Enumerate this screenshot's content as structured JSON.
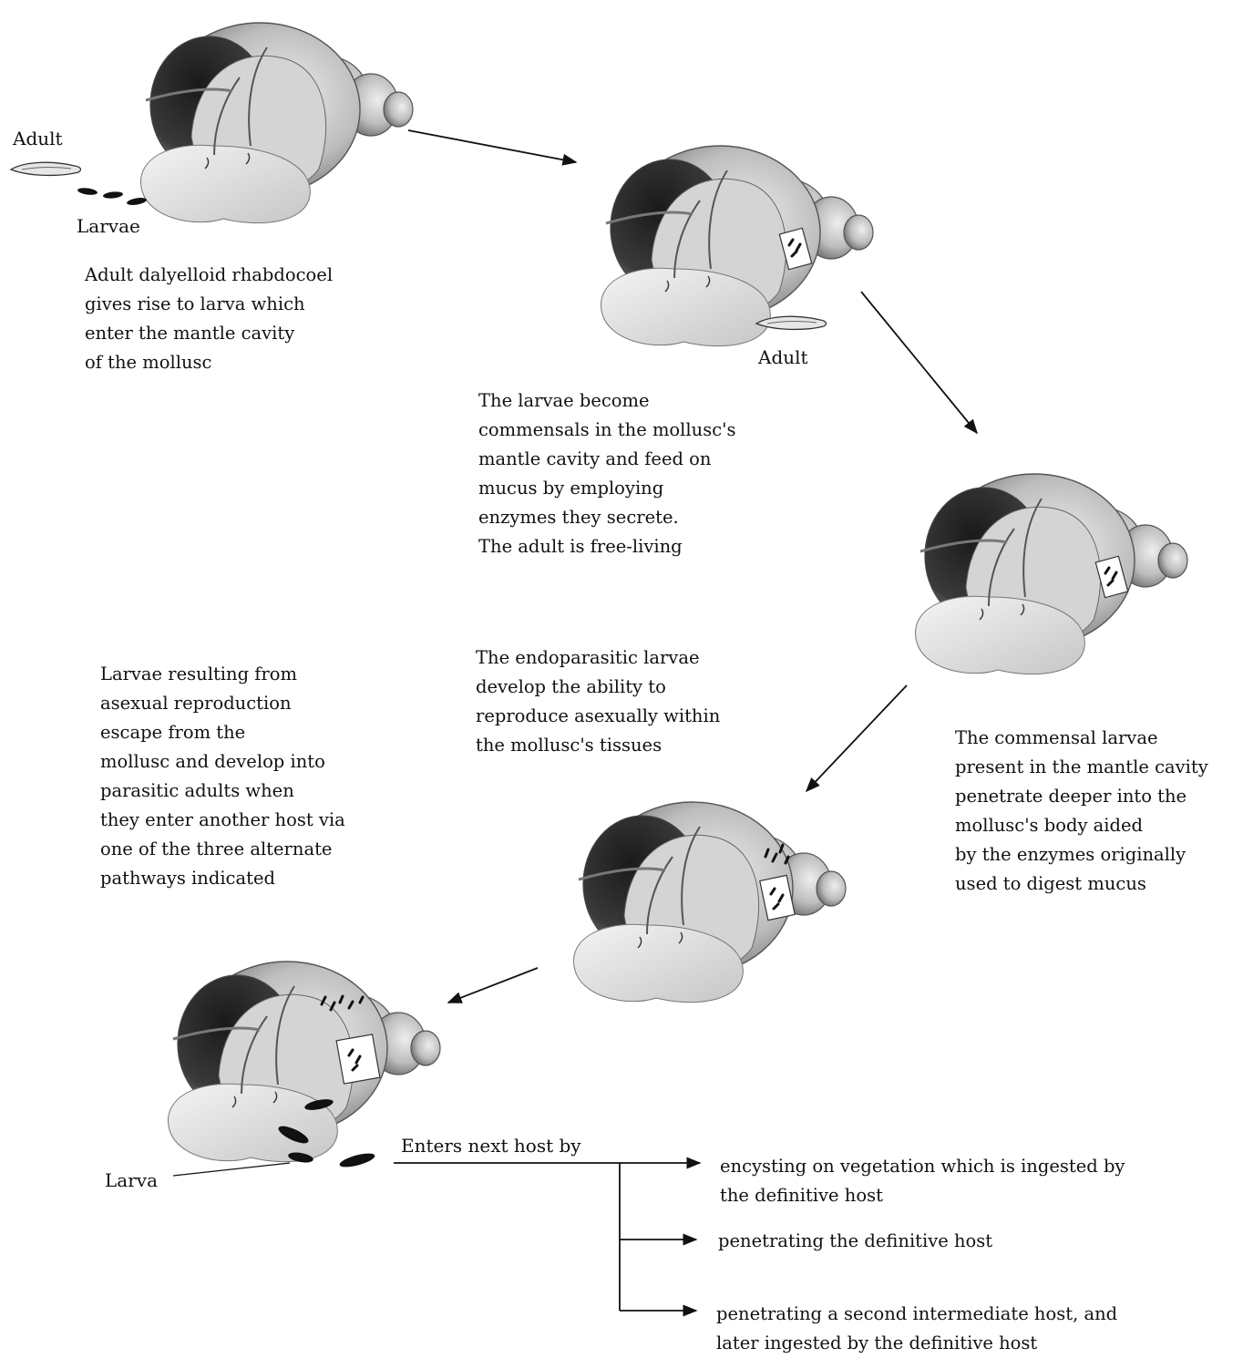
{
  "labels": {
    "adult_top": "Adult",
    "larvae_top": "Larvae",
    "adult_stage2": "Adult",
    "larva_bottom": "Larva",
    "enters_next_host": "Enters next host by"
  },
  "captions": {
    "stage1": "Adult dalyelloid rhabdocoel\ngives rise to larva which\nenter the mantle cavity\nof the mollusc",
    "stage2": "The larvae become\ncommensals in the mollusc's\nmantle cavity and feed on\nmucus by employing\nenzymes they secrete.\nThe adult is free-living",
    "stage3": "The commensal larvae\npresent in the mantle cavity\npenetrate deeper into the\nmollusc's body aided\nby the enzymes originally\nused to digest mucus",
    "stage4": "The endoparasitic larvae\ndevelop the ability to\nreproduce asexually within\nthe mollusc's tissues",
    "stage5": "Larvae resulting from\nasexual reproduction\nescape from the\nmollusc and develop into\nparasitic adults when\nthey enter another host via\none of the three alternate\npathways indicated"
  },
  "pathways": [
    "encysting on vegetation which is ingested by\nthe definitive host",
    "penetrating the definitive host",
    "penetrating a second intermediate host, and\nlater ingested by the definitive host"
  ]
}
